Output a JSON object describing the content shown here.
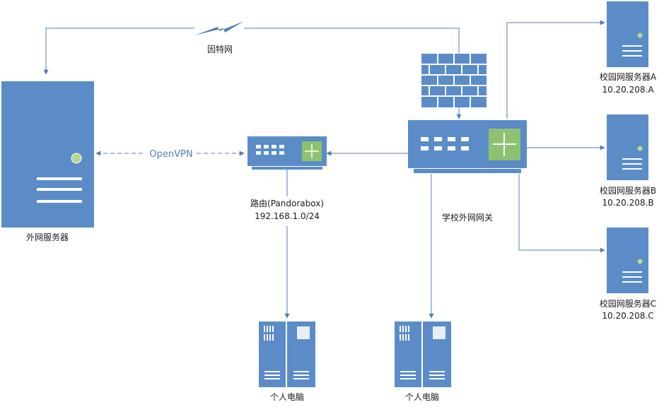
{
  "labels": {
    "internet": "因特网",
    "openvpn": "OpenVPN",
    "external_server": "外网服务器",
    "router_name": "路由(Pandorabox)",
    "router_ip": "192.168.1.0/24",
    "gateway": "学校外网网关",
    "pc_1": "个人电脑",
    "pc_2": "个人电脑",
    "server_a_name": "校园网服务器A",
    "server_a_ip": "10.20.208.A",
    "server_b_name": "校园网服务器B",
    "server_b_ip": "10.20.208.B",
    "server_c_name": "校园网服务器C",
    "server_c_ip": "10.20.208.C"
  },
  "colors": {
    "device": "#5b8cc8",
    "device_dark": "#4e7fbd",
    "line": "#4f7fb8",
    "router_panel": "#8dc26f",
    "led": "#b7d98b",
    "lightning": "#4f7fb8"
  },
  "icons": {
    "internet": "lightning-icon",
    "firewall": "firewall-icon",
    "router": "router-icon",
    "gateway": "switch-icon",
    "server": "server-icon",
    "pc": "pc-icon"
  }
}
